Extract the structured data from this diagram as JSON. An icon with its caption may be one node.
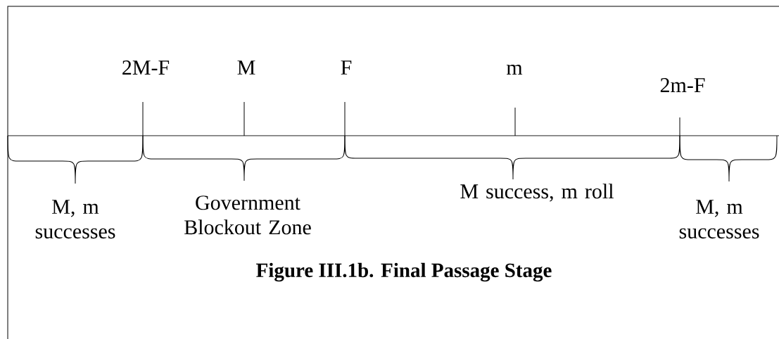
{
  "diagram": {
    "caption": "Figure III.1b. Final Passage Stage",
    "labels": [
      "2M-F",
      "M",
      "F",
      "m",
      "2m-F",
      "M, m successes",
      "Government Blockout Zone",
      "M success, m roll",
      "M, m successes"
    ]
  }
}
